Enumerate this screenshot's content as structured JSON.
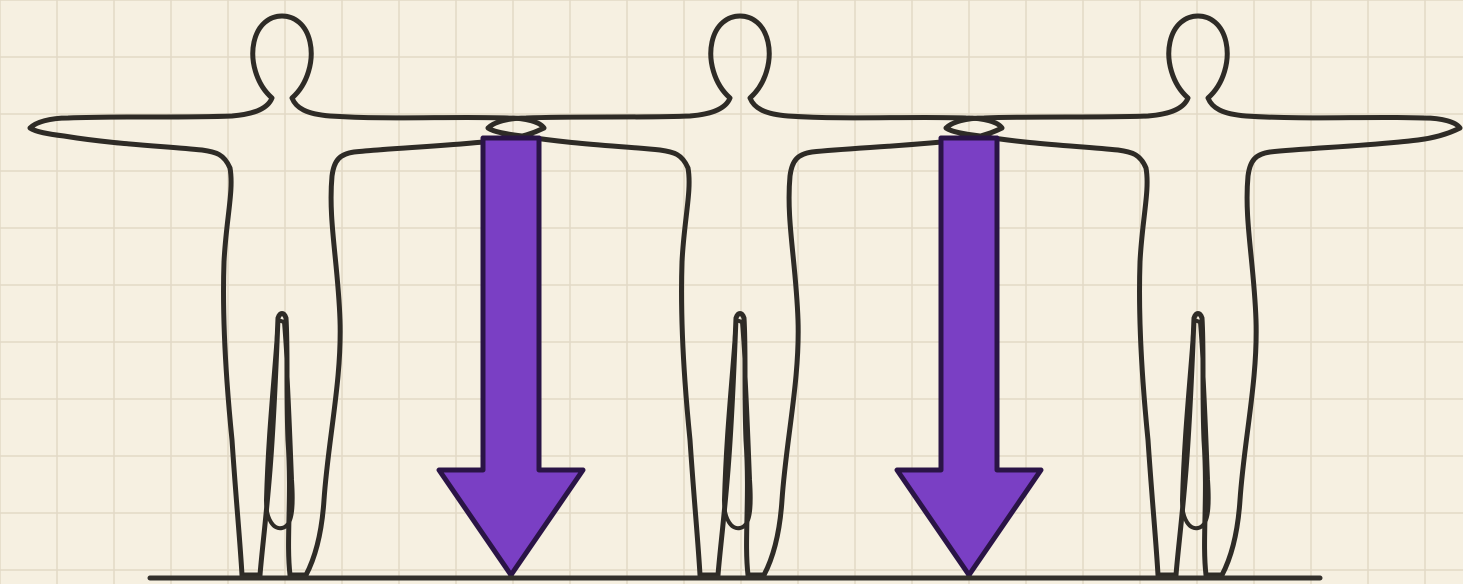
{
  "colors": {
    "paper": "#f6f0e1",
    "grid": "#e2d9c6",
    "outline": "#2e2b26",
    "arrow_fill": "#7a3fc4",
    "arrow_stroke": "#2a1446",
    "ground": "#33302b"
  },
  "figures": [
    {
      "name": "standing-figure-1",
      "pose": "arms-outstretched"
    },
    {
      "name": "standing-figure-2",
      "pose": "arms-outstretched"
    },
    {
      "name": "standing-figure-3",
      "pose": "arms-outstretched"
    }
  ],
  "arrows": [
    {
      "name": "down-arrow-1",
      "direction": "down"
    },
    {
      "name": "down-arrow-2",
      "direction": "down"
    }
  ],
  "grid": {
    "visible": true
  }
}
